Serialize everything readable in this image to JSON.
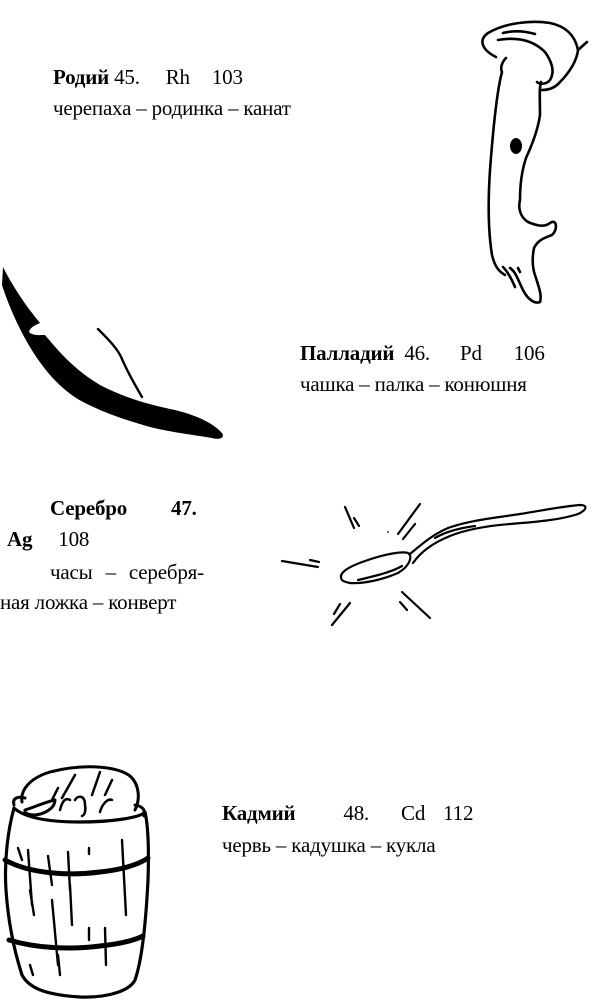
{
  "entries": [
    {
      "element": "Родий",
      "number": "45.",
      "symbol": "Rh",
      "mass": "103",
      "associations": "черепаха – родинка – канат",
      "illustration": "arm-with-birthmark"
    },
    {
      "element": "Палладий",
      "number": "46.",
      "symbol": "Pd",
      "mass": "106",
      "associations": "чашка – палка – конюшня",
      "illustration": "stick"
    },
    {
      "element": "Серебро",
      "number": "47.",
      "symbol": "Ag",
      "mass": "108",
      "associations_line1": "часы – серебря-",
      "associations_line2": "ная ложка – конверт",
      "illustration": "shiny-spoon"
    },
    {
      "element": "Кадмий",
      "number": "48.",
      "symbol": "Cd",
      "mass": "112",
      "associations": "червь – кадушка – кукла",
      "illustration": "barrel-with-pickles"
    }
  ]
}
